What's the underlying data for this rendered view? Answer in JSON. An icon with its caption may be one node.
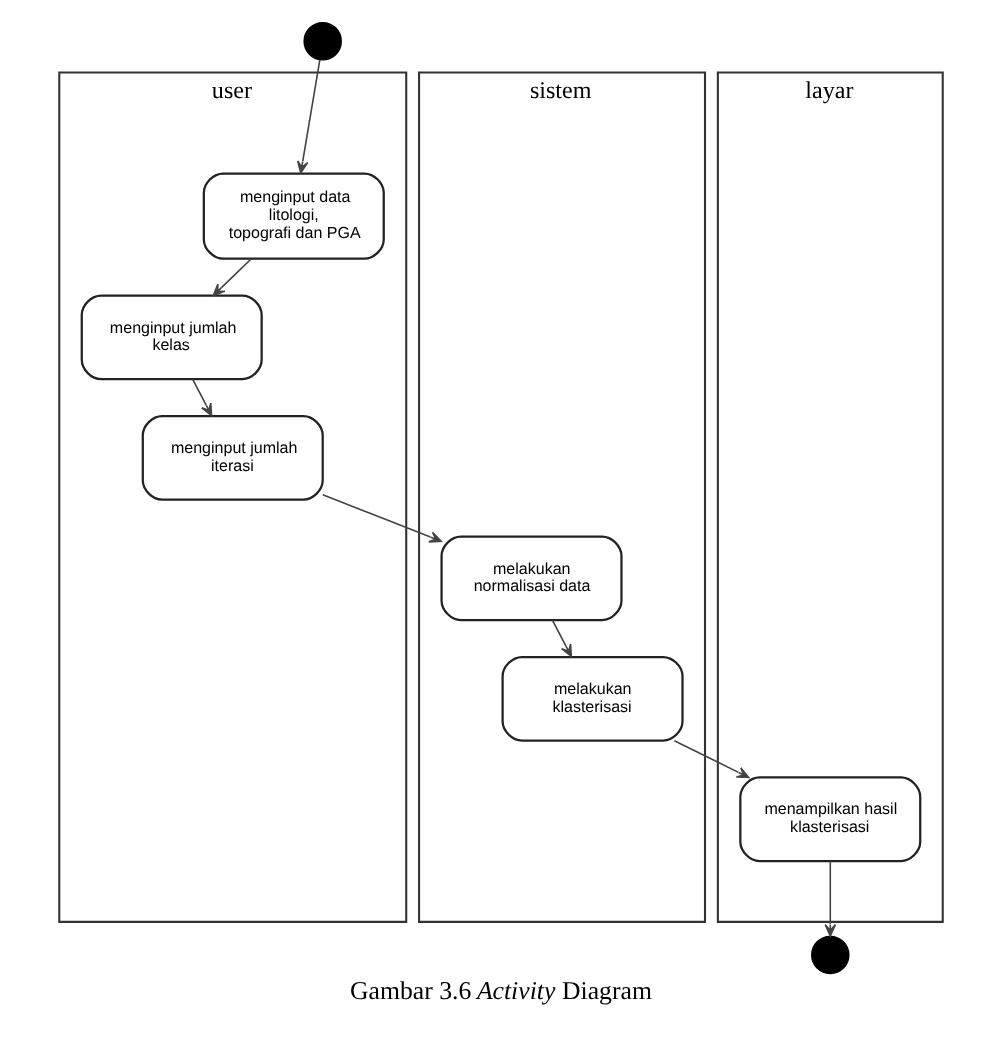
{
  "diagram": {
    "caption": "Gambar 3.6 *Activity* Diagram",
    "nodes": [
      {
        "text": [],
        "shape": "circle"
      },
      {
        "text": [
          "user"
        ]
      },
      {
        "text": [
          "sistem"
        ]
      },
      {
        "text": [
          "layar"
        ]
      },
      {
        "text": [
          "menginput data litologi, topografi dan PGA"
        ],
        "in": 1
      },
      {
        "text": [
          "menginput jumlah kelas"
        ],
        "in": 1
      },
      {
        "text": [
          "menginput jumlah iterasi"
        ],
        "in": 1
      },
      {
        "text": [
          "melakukan normalisasi data"
        ],
        "in": 2
      },
      {
        "text": [
          "melakukan klasterisasi"
        ],
        "in": 2
      },
      {
        "text": [
          "menampilkan hasil klasterisasi"
        ],
        "in": 3
      },
      {
        "text": [],
        "shape": "circle"
      }
    ],
    "edges": [
      {
        "from": 0,
        "to": 4,
        "arrow": "to"
      },
      {
        "from": 4,
        "to": 5,
        "arrow": "to"
      },
      {
        "from": 5,
        "to": 6,
        "arrow": "to"
      },
      {
        "from": 6,
        "to": 7,
        "arrow": "to"
      },
      {
        "from": 7,
        "to": 8,
        "arrow": "to"
      },
      {
        "from": 8,
        "to": 9,
        "arrow": "to"
      },
      {
        "from": 9,
        "to": 10,
        "arrow": "to"
      }
    ]
  }
}
